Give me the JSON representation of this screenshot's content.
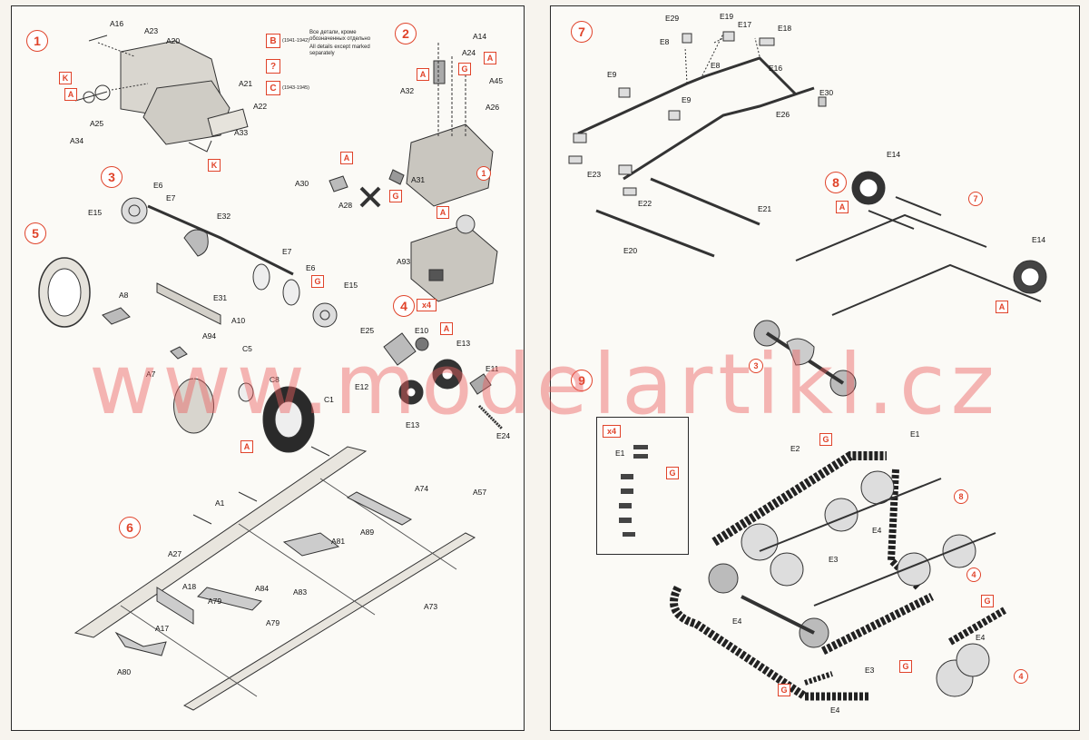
{
  "watermark": "www.modelartikl.cz",
  "left_page": {
    "steps": [
      {
        "n": "1",
        "parts": [
          "A16",
          "A23",
          "A20",
          "A21",
          "A22",
          "A33",
          "A25",
          "A34"
        ],
        "tags": [
          "K",
          "A",
          "K"
        ]
      },
      {
        "n": "2",
        "parts": [
          "A14",
          "A24",
          "A45",
          "A26",
          "A32",
          "A31",
          "A30",
          "A28",
          "A93"
        ],
        "tags": [
          "A",
          "G",
          "A",
          "A",
          "G",
          "A"
        ]
      },
      {
        "n": "3",
        "parts": [
          "E6",
          "E7",
          "E15",
          "E32",
          "E31",
          "E7",
          "E6",
          "E15"
        ],
        "tags": [
          "G"
        ]
      },
      {
        "n": "4",
        "parts": [
          "E10",
          "E25",
          "E13",
          "E11",
          "E12",
          "E13",
          "E24"
        ],
        "tags": [
          "A"
        ],
        "multiplier": "x4"
      },
      {
        "n": "5",
        "parts": [
          "A8",
          "A10",
          "A94",
          "C5",
          "C8",
          "C1",
          "A7"
        ],
        "tags": [
          "A"
        ]
      },
      {
        "n": "6",
        "parts": [
          "A1",
          "A74",
          "A57",
          "A27",
          "A89",
          "A81",
          "A83",
          "A84",
          "A79",
          "A79",
          "A18",
          "A17",
          "A73",
          "A80"
        ]
      }
    ],
    "legend": [
      {
        "tag": "B",
        "text": "(1941-1942)"
      },
      {
        "tag": "?",
        "text": ""
      },
      {
        "tag": "C",
        "text": "(1943-1945)"
      }
    ],
    "note_ru": "Все детали, кроме обозначенных отдельно",
    "note_en": "All details except marked separately",
    "step1_ref": "1"
  },
  "right_page": {
    "steps": [
      {
        "n": "7",
        "parts": [
          "E29",
          "E19",
          "E17",
          "E18",
          "E8",
          "E16",
          "E9",
          "E8",
          "E30",
          "E9",
          "E26",
          "E23",
          "E22",
          "E21",
          "E20"
        ]
      },
      {
        "n": "8",
        "parts": [
          "E14",
          "E14"
        ],
        "tags": [
          "A",
          "A"
        ],
        "refs": [
          "7",
          "3"
        ]
      },
      {
        "n": "9",
        "parts": [
          "E1",
          "E2",
          "E4",
          "E3",
          "E4",
          "E3",
          "E4",
          "E4"
        ],
        "tags": [
          "G",
          "G",
          "G",
          "G"
        ],
        "refs": [
          "8",
          "4",
          "4"
        ],
        "inset": {
          "multiplier": "x4",
          "part": "E1",
          "tag": "G"
        }
      }
    ]
  },
  "colors": {
    "accent": "#e0432a",
    "ink": "#1d1d1d",
    "paper": "#fbfaf6"
  }
}
